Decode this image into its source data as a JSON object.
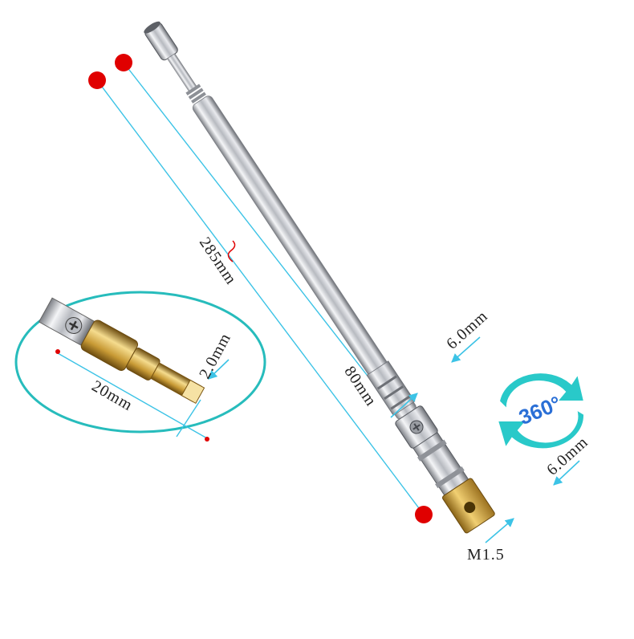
{
  "labels": {
    "total_length": "285mm",
    "collapsed_length": "80mm",
    "tube_diameter_top": "6.0mm",
    "tube_diameter_bottom": "6.0mm",
    "pin_length": "20mm",
    "pin_thickness": "2.0mm",
    "screw_thread": "M1.5",
    "rotation_badge": "360°"
  },
  "colors": {
    "dimension_line": "#3cc3e6",
    "marker_dot": "#e00000",
    "badge_arrow": "#29c9c9",
    "badge_text": "#2a6fd6",
    "chrome": "#c9ccd1",
    "brass": "#c99a32"
  }
}
